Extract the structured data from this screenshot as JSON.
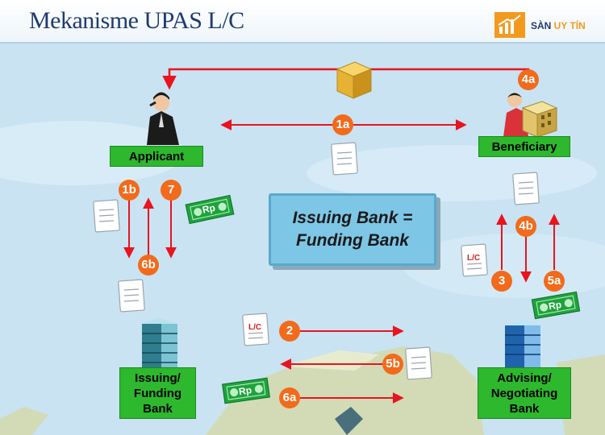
{
  "title": "Mekanisme UPAS L/C",
  "logo": {
    "part1": "SÀN ",
    "part2": "UY TÍN"
  },
  "nodes": {
    "applicant": "Applicant",
    "beneficiary": "Beneficiary",
    "issuing_bank": "Issuing/\nFunding\nBank",
    "advising_bank": "Advising/\nNegotiating\nBank"
  },
  "center": {
    "line1": "Issuing Bank =",
    "line2": "Funding Bank"
  },
  "steps": [
    "1a",
    "1b",
    "2",
    "3",
    "4a",
    "4b",
    "5a",
    "5b",
    "6a",
    "6b",
    "7"
  ],
  "doc_labels": {
    "lc": "L/C",
    "money": "Rp"
  },
  "colors": {
    "badge": "#f26a1b",
    "node": "#2db82d",
    "arrow": "#e8141e",
    "center": "#7ec6e6"
  }
}
